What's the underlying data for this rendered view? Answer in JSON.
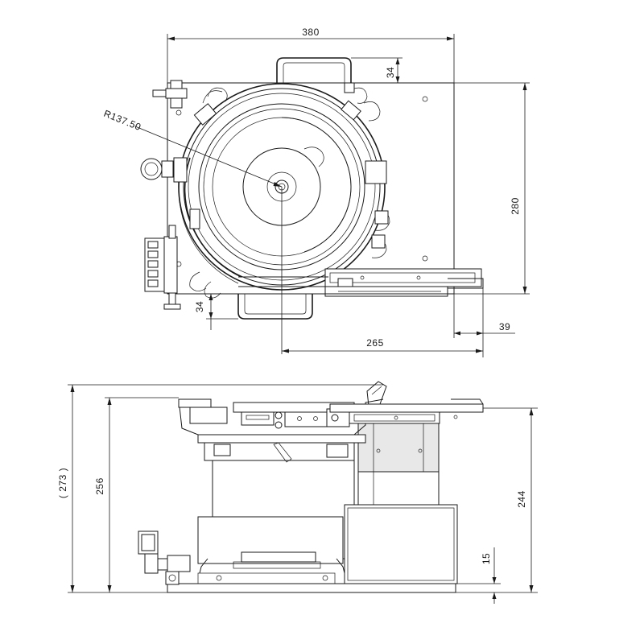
{
  "top_view": {
    "width_label": "380",
    "handle_offset_label": "34",
    "height_label": "280",
    "radius_label": "R137.50",
    "bottom_handle_label": "34",
    "track_extension_label": "39",
    "center_to_edge_label": "265"
  },
  "side_view": {
    "overall_height_label": "( 273 )",
    "body_height_label": "256",
    "track_height_label": "244",
    "base_height_label": "15"
  }
}
